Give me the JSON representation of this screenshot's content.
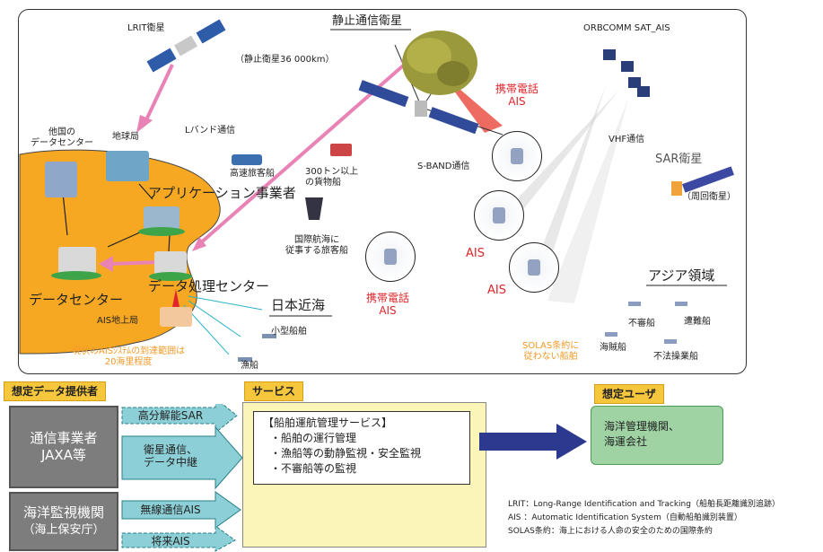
{
  "diagram": {
    "labels": {
      "lrit_sat": "LRIT衛星",
      "geo_altitude": "（静止衛星36 000km）",
      "geo_comm_sat": "静止通信衛星",
      "orbcomm": "ORBCOMM SAT_AIS",
      "other_dc_line1": "他国の",
      "other_dc_line2": "データセンター",
      "earth_station": "地球局",
      "lband": "Lバンド通信",
      "mobile_phone_top_line1": "携帯電話",
      "mobile_phone_top_line2": "AIS",
      "vhf": "VHF通信",
      "sar_sat": "SAR衛星",
      "polar_orbit": "（周回衛星）",
      "high_speed_ship": "高速旅客船",
      "cargo_line1": "300トン以上",
      "cargo_line2": "の貨物船",
      "sband": "S-BAND通信",
      "app_provider": "アプリケーション事業者",
      "intl_ship_line1": "国際航海に",
      "intl_ship_line2": "従事する旅客船",
      "ais_1": "AIS",
      "ais_2": "AIS",
      "data_center": "データセンター",
      "data_processing_center": "データ処理センター",
      "japan_sea": "日本近海",
      "mobile_phone_bottom_line1": "携帯電話",
      "mobile_phone_bottom_line2": "AIS",
      "asia_region": "アジア領域",
      "ais_ground_station": "AIS地上局",
      "small_vessel": "小型船舶",
      "suspicious_ship": "不審船",
      "distressed_ship": "遭難船",
      "pirate_ship": "海賊船",
      "illegal_fishing": "不法操業船",
      "fishing_boat": "漁船",
      "ais_range_line1": "現状のAISｼｽﾃﾑの到達範囲は",
      "ais_range_line2": "20海里程度",
      "solas_line1": "SOLAS条約に",
      "solas_line2": "従わない船舶"
    }
  },
  "bottom": {
    "provider_header": "想定データ提供者",
    "service_header": "サービス",
    "user_header": "想定ユーザ",
    "providers": [
      {
        "line1": "通信事業者",
        "line2": "JAXA等"
      },
      {
        "line1": "海洋監視機関",
        "line2": "（海上保安庁）"
      }
    ],
    "arrows": {
      "sar": "高分解能SAR",
      "satcom_line1": "衛星通信、",
      "satcom_line2": "データ中継",
      "radio_ais": "無線通信AIS",
      "future_ais": "将来AIS"
    },
    "service": {
      "title": "【船舶運航管理サービス】",
      "items": [
        "・船舶の運行管理",
        "・漁船等の動静監視・安全監視",
        "・不審船等の監視"
      ]
    },
    "user": {
      "line1": "海洋管理機関、",
      "line2": "海運会社"
    }
  },
  "footnotes": [
    "LRIT：Long-Range Identification and Tracking（船舶長距離識別追跡）",
    "AIS ：Automatic Identification System（自動船舶識別装置）",
    "SOLAS条約：海上における人命の安全のための国際条約"
  ],
  "colors": {
    "land": "#f7a823",
    "pink_arrow": "#e983b6",
    "service_box": "#fbf5b8",
    "user_box": "#9fd3a4",
    "provider_box": "#7d7d7d",
    "arrow_box": "#8ccfd6",
    "header": "#f6c63c",
    "user_arrow": "#2b3a8f"
  }
}
